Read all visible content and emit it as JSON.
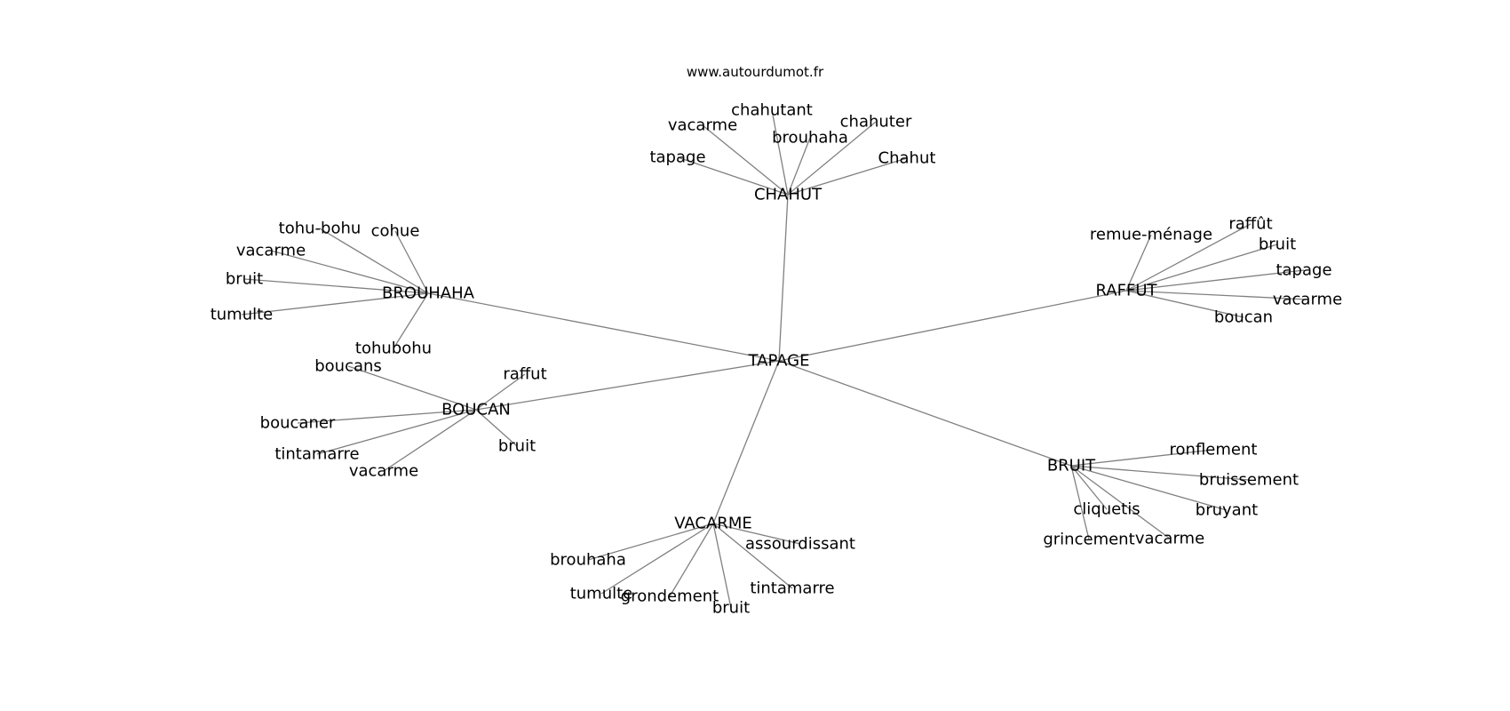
{
  "header": {
    "site": "www.autourdumot.fr"
  },
  "graph": {
    "root": "TAPAGE",
    "clusters": [
      {
        "hub": "CHAHUT",
        "words": [
          "chahutant",
          "vacarme",
          "chahuter",
          "brouhaha",
          "tapage",
          "Chahut"
        ]
      },
      {
        "hub": "BROUHAHA",
        "words": [
          "tohu-bohu",
          "cohue",
          "vacarme",
          "bruit",
          "tumulte",
          "tohubohu"
        ]
      },
      {
        "hub": "RAFFUT",
        "words": [
          "remue-ménage",
          "raffût",
          "bruit",
          "tapage",
          "vacarme",
          "boucan"
        ]
      },
      {
        "hub": "BOUCAN",
        "words": [
          "boucans",
          "raffut",
          "boucaner",
          "tintamarre",
          "vacarme",
          "bruit"
        ]
      },
      {
        "hub": "BRUIT",
        "words": [
          "ronflement",
          "bruissement",
          "bruyant",
          "cliquetis",
          "grincement",
          "vacarme"
        ]
      },
      {
        "hub": "VACARME",
        "words": [
          "assourdissant",
          "brouhaha",
          "tumulte",
          "grondement",
          "bruit",
          "tintamarre"
        ]
      }
    ]
  },
  "colors": {
    "edge": "#808080",
    "text": "#000000"
  }
}
